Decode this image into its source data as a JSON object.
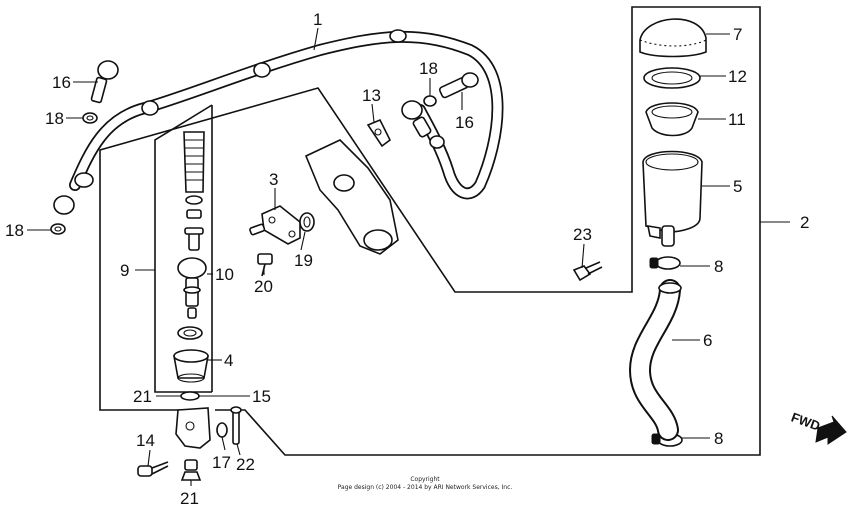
{
  "diagram": {
    "part_labels": {
      "p1": "1",
      "p2": "2",
      "p3": "3",
      "p4": "4",
      "p5": "5",
      "p6": "6",
      "p7": "7",
      "p8a": "8",
      "p8b": "8",
      "p9": "9",
      "p10": "10",
      "p11": "11",
      "p12": "12",
      "p13": "13",
      "p14": "14",
      "p15": "15",
      "p16a": "16",
      "p16b": "16",
      "p17": "17",
      "p18a": "18",
      "p18b": "18",
      "p18c": "18",
      "p19": "19",
      "p20": "20",
      "p21a": "21",
      "p21b": "21",
      "p22": "22",
      "p23": "23"
    },
    "fwd_label": "FWD",
    "copyright_line1": "Copyright",
    "copyright_line2": "Page design (c) 2004 - 2014 by ARI Network Services, Inc."
  }
}
